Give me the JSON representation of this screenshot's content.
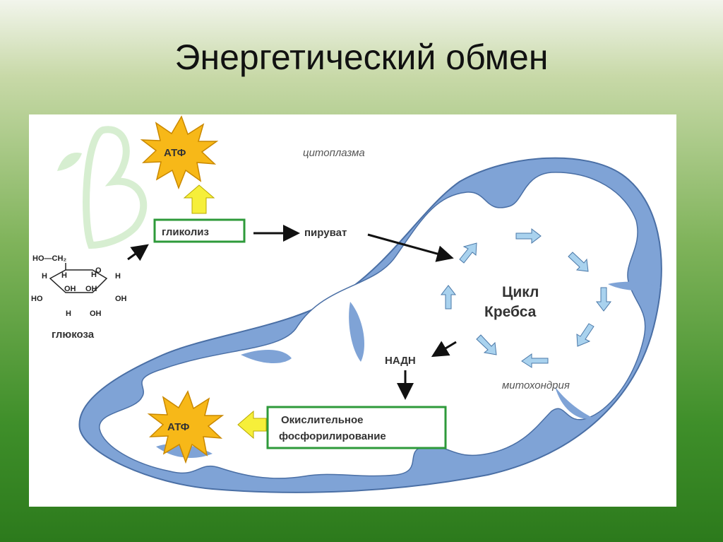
{
  "slide": {
    "title": "Энергетический обмен"
  },
  "diagram": {
    "atp_top": "АТФ",
    "atp_bottom": "АТФ",
    "glycolysis": "гликолиз",
    "pyruvate": "пируват",
    "cytoplasm": "цитоплазма",
    "krebs_line1": "Цикл",
    "krebs_line2": "Кребса",
    "nadh": "НАДН",
    "mitochondria": "митохондрия",
    "oxphos_line1": "Окислительное",
    "oxphos_line2": "фосфорилирование",
    "glucose": "глюкоза",
    "glucose_struct": {
      "top": "HO—CH₂",
      "o": "O",
      "h": "H",
      "oh": "OH",
      "ho": "HO"
    }
  },
  "colors": {
    "membrane": "#7b9fd0",
    "membrane_stroke": "#4a6fa5",
    "star_fill": "#f7b818",
    "star_stroke": "#c98800",
    "up_arrow": "#f6ef3a",
    "box_border": "#2e9a3a",
    "krebs_arrow": "#9ec7e6"
  }
}
